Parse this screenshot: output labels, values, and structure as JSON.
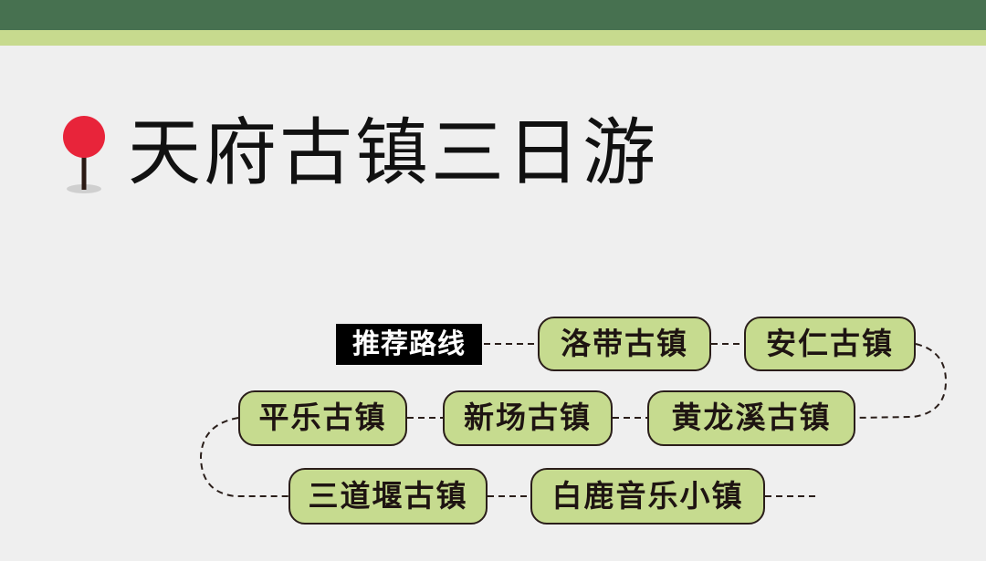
{
  "header": {
    "band_dark_color": "#477150",
    "band_light_color": "#c7da8e"
  },
  "title": {
    "icon": "map-pin-icon",
    "text": "天府古镇三日游"
  },
  "route": {
    "label": "推荐路线",
    "node_color": "#c6db8f",
    "stops": [
      {
        "name": "洛带古镇"
      },
      {
        "name": "安仁古镇"
      },
      {
        "name": "黄龙溪古镇"
      },
      {
        "name": "新场古镇"
      },
      {
        "name": "平乐古镇"
      },
      {
        "name": "三道堰古镇"
      },
      {
        "name": "白鹿音乐小镇"
      }
    ]
  }
}
